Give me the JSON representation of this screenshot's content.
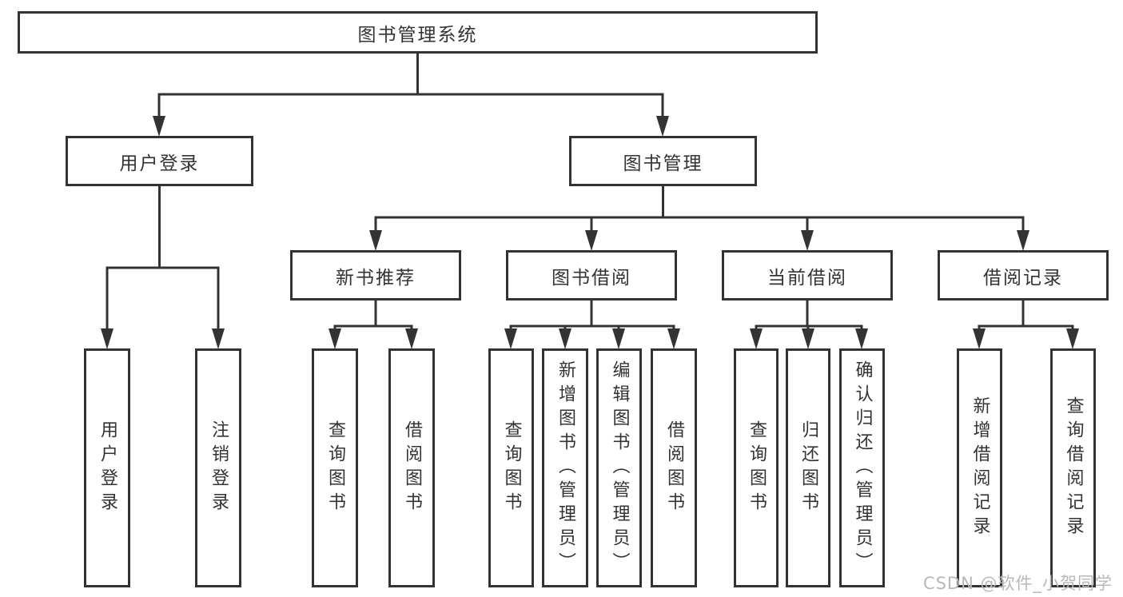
{
  "colors": {
    "stroke": "#333333",
    "node_text": "#333333",
    "node_fill": "#ffffff",
    "watermark_text": "#b8b8b8",
    "background": "#ffffff"
  },
  "tree": {
    "root": {
      "label": "图书管理系统"
    },
    "branches": [
      {
        "label": "用户登录",
        "children": [
          {
            "label": "用户登录"
          },
          {
            "label": "注销登录"
          }
        ]
      },
      {
        "label": "图书管理",
        "children": [
          {
            "label": "新书推荐",
            "children": [
              {
                "label": "查询图书"
              },
              {
                "label": "借阅图书"
              }
            ]
          },
          {
            "label": "图书借阅",
            "children": [
              {
                "label": "查询图书"
              },
              {
                "label": "新增图书（管理员）"
              },
              {
                "label": "编辑图书（管理员）"
              },
              {
                "label": "借阅图书"
              }
            ]
          },
          {
            "label": "当前借阅",
            "children": [
              {
                "label": "查询图书"
              },
              {
                "label": "归还图书"
              },
              {
                "label": "确认归还（管理员）"
              }
            ]
          },
          {
            "label": "借阅记录",
            "children": [
              {
                "label": "新增借阅记录"
              },
              {
                "label": "查询借阅记录"
              }
            ]
          }
        ]
      }
    ]
  },
  "watermark": {
    "text": "CSDN @软件_小贺同学"
  }
}
